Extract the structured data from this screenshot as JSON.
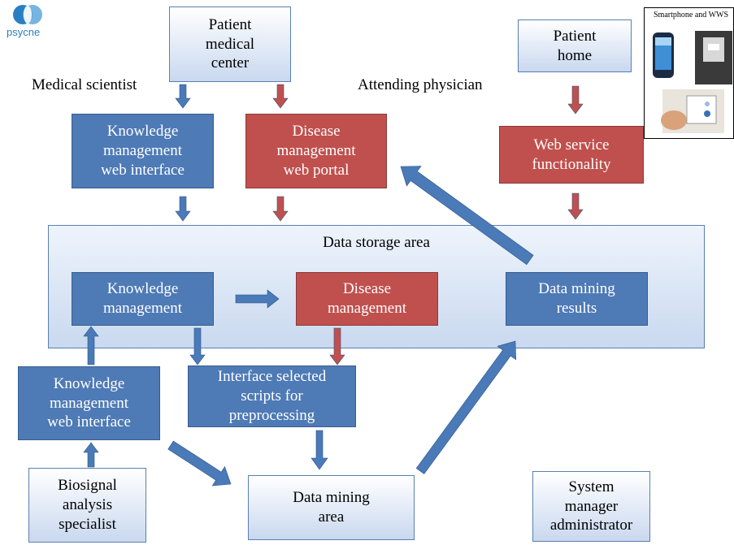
{
  "logo": {
    "text": "psycne",
    "colors": [
      "#2a7fc4",
      "#5fa8dc"
    ]
  },
  "photo_panel": {
    "title": "Smartphone and WWS",
    "images": [
      "smartphone-photo",
      "wearable-vest-photo",
      "sensor-device-photo"
    ]
  },
  "labels": {
    "medical_scientist": "Medical scientist",
    "attending_physician": "Attending physician",
    "storage_title": "Data storage area"
  },
  "nodes": {
    "patient_medical_center": "Patient\nmedical\ncenter",
    "patient_home": "Patient\nhome",
    "km_web_interface_top": "Knowledge\nmanagement\nweb interface",
    "disease_web_portal": "Disease\nmanagement\nweb portal",
    "web_service": "Web service\nfunctionality",
    "knowledge_management": "Knowledge\nmanagement",
    "disease_management": "Disease\nmanagement",
    "data_mining_results": "Data mining\nresults",
    "km_web_interface_left": "Knowledge\nmanagement\nweb interface",
    "interface_scripts": "Interface selected\nscripts for\npreprocessing",
    "biosignal_specialist": "Biosignal\nanalysis\nspecialist",
    "data_mining_area": "Data mining\narea",
    "system_manager": "System\nmanager\nadministrator"
  },
  "colors": {
    "blue_box": "#4e7ab6",
    "red_box": "#c0504d",
    "blue_arrow": "#4a7ab8",
    "red_arrow": "#c0504d",
    "storage_fill": "#dce7f6"
  }
}
